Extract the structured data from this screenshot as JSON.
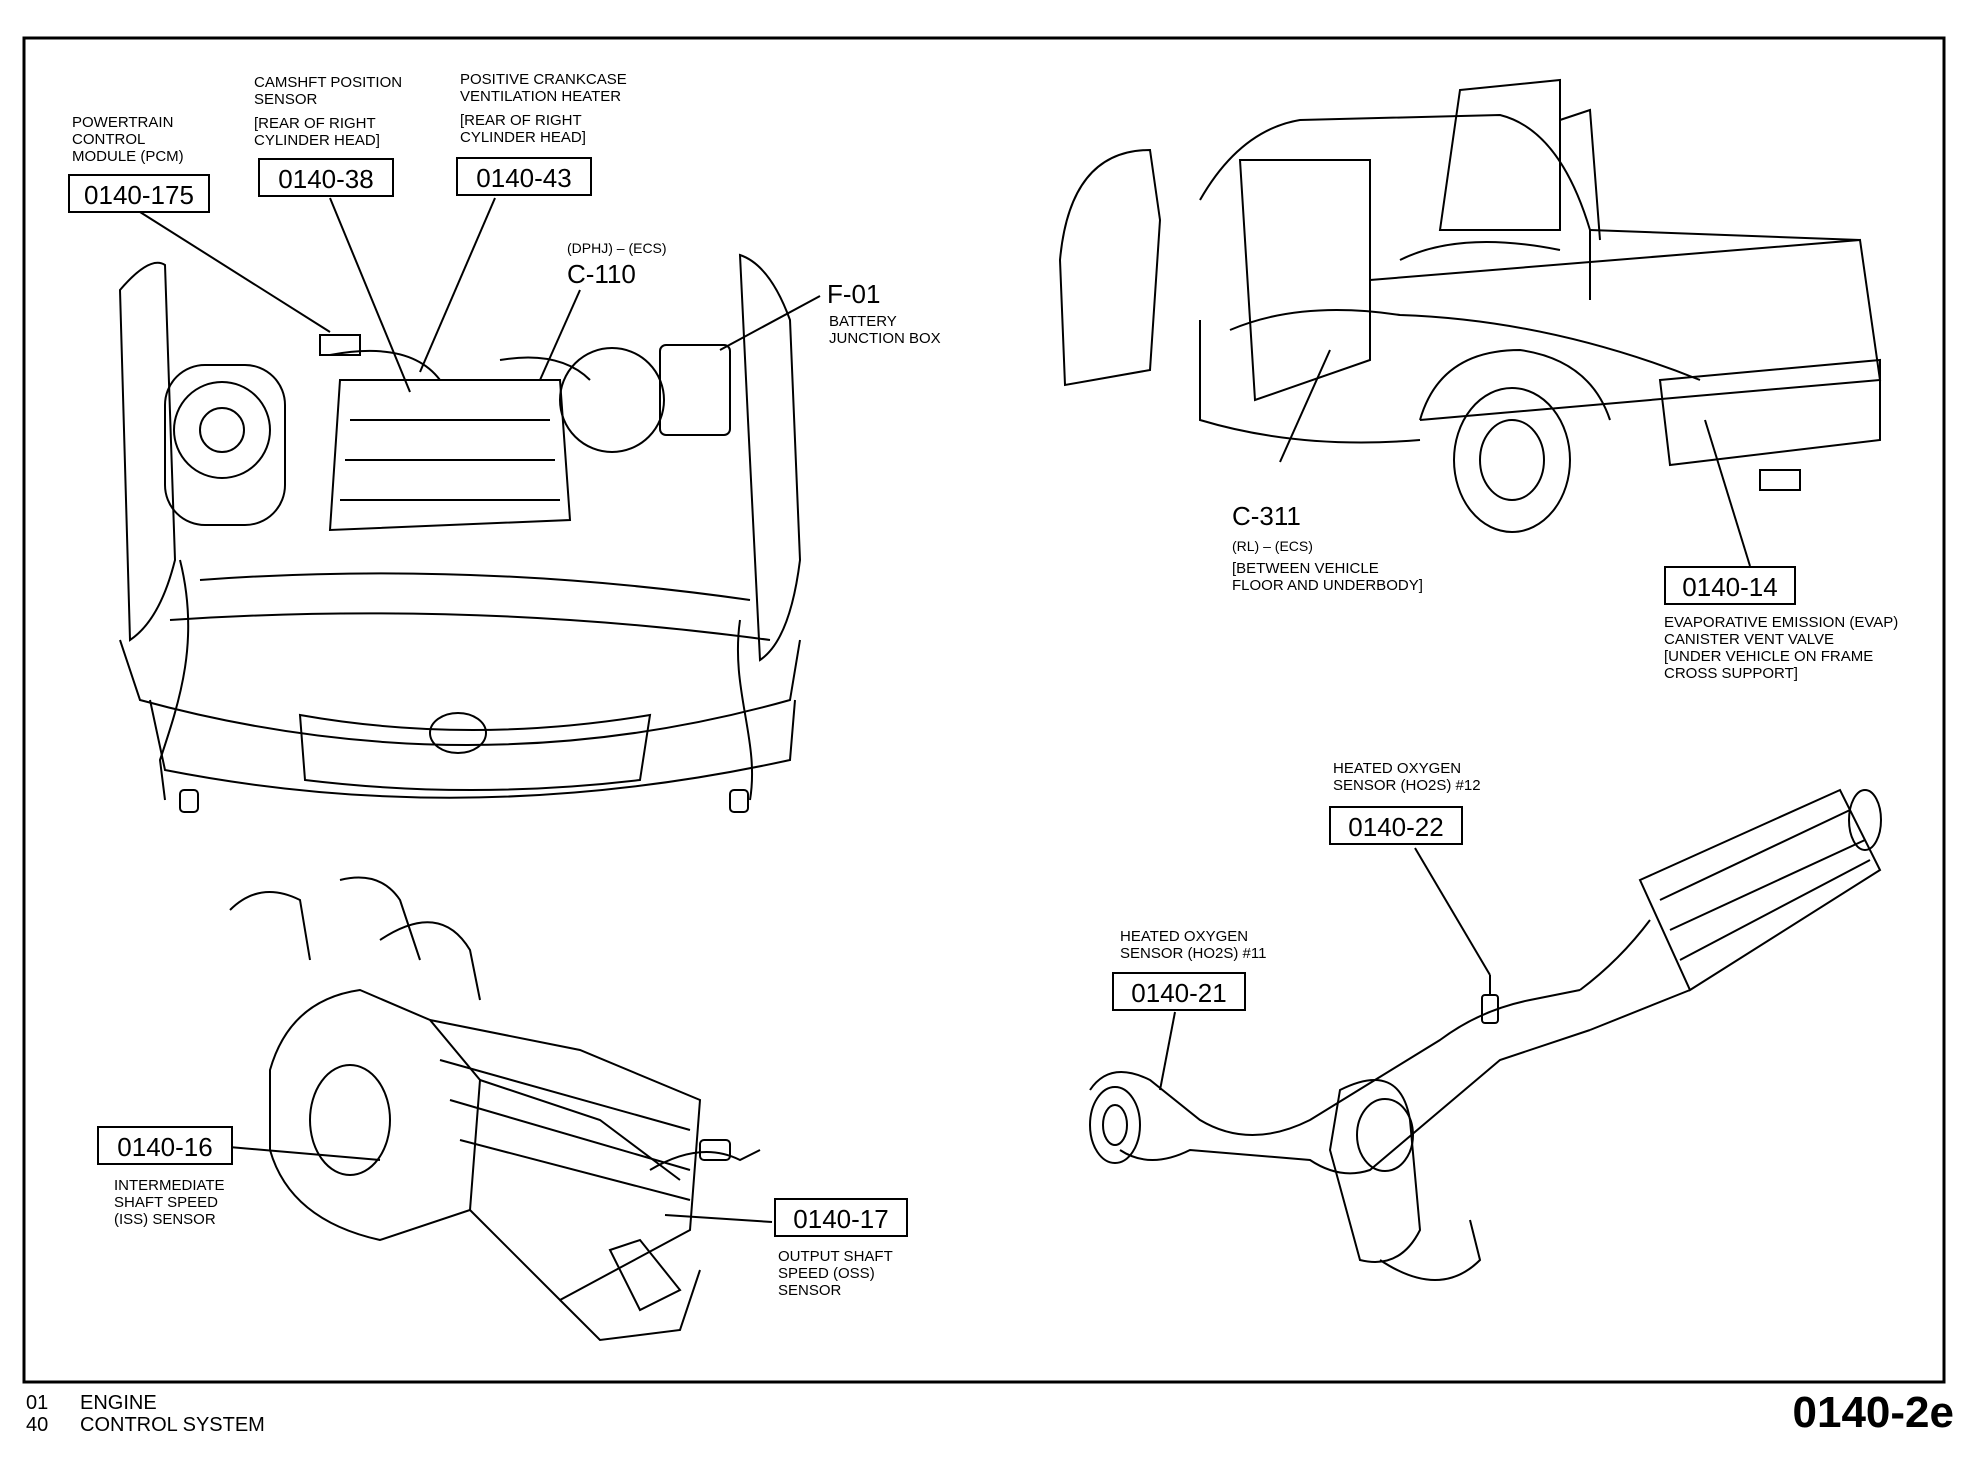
{
  "callouts": {
    "pcm": {
      "code": "0140-175",
      "label": "POWERTRAIN\nCONTROL\nMODULE (PCM)"
    },
    "cmp": {
      "code": "0140-38",
      "label": "CAMSHFT POSITION\nSENSOR",
      "location": "[REAR OF RIGHT\nCYLINDER HEAD]"
    },
    "pcv": {
      "code": "0140-43",
      "label": "POSITIVE CRANKCASE\nVENTILATION HEATER",
      "location": "[REAR OF RIGHT\nCYLINDER HEAD]"
    },
    "c110": {
      "code": "C-110",
      "label": "(DPHJ) – (ECS)"
    },
    "f01": {
      "code": "F-01",
      "label": "BATTERY\nJUNCTION BOX"
    },
    "c311": {
      "code": "C-311",
      "label": "(RL) – (ECS)",
      "location": "[BETWEEN VEHICLE\nFLOOR AND UNDERBODY]"
    },
    "evap": {
      "code": "0140-14",
      "label": "EVAPORATIVE EMISSION (EVAP)\nCANISTER VENT VALVE",
      "location": "[UNDER VEHICLE ON FRAME\nCROSS SUPPORT]"
    },
    "ho2s12": {
      "code": "0140-22",
      "label": "HEATED OXYGEN\nSENSOR (HO2S) #12"
    },
    "ho2s11": {
      "code": "0140-21",
      "label": "HEATED OXYGEN\nSENSOR (HO2S) #11"
    },
    "iss": {
      "code": "0140-16",
      "label": "INTERMEDIATE\nSHAFT SPEED\n(ISS) SENSOR"
    },
    "oss": {
      "code": "0140-17",
      "label": "OUTPUT SHAFT\nSPEED (OSS)\nSENSOR"
    }
  },
  "footer": {
    "section_num_1": "01",
    "section_name_1": "ENGINE",
    "section_num_2": "40",
    "section_name_2": "CONTROL SYSTEM",
    "page_number": "0140-2e"
  },
  "colors": {
    "ink": "#000000",
    "paper": "#ffffff"
  }
}
